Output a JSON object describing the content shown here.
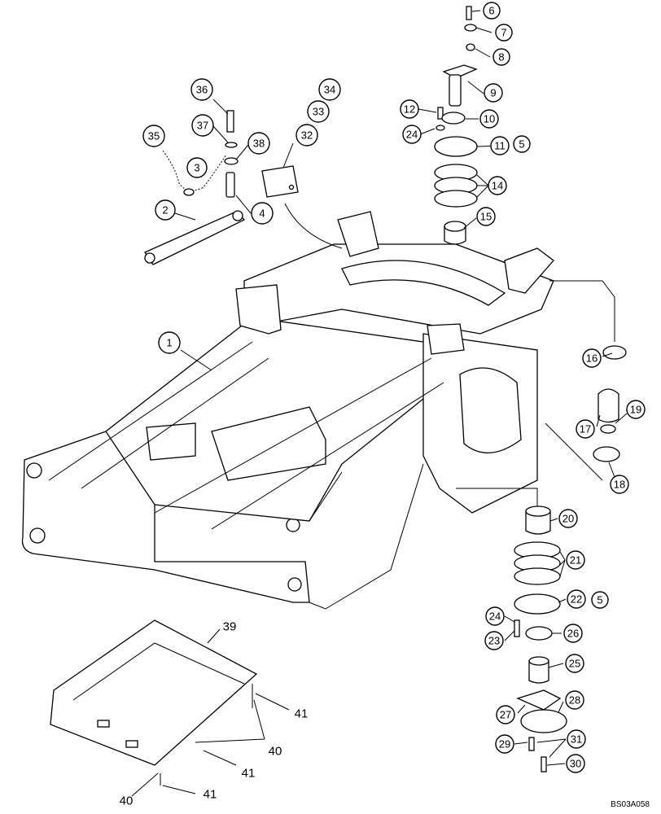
{
  "callouts": [
    {
      "id": "c6",
      "label": "6"
    },
    {
      "id": "c7",
      "label": "7"
    },
    {
      "id": "c8",
      "label": "8"
    },
    {
      "id": "c9",
      "label": "9"
    },
    {
      "id": "c10",
      "label": "10"
    },
    {
      "id": "c11",
      "label": "11"
    },
    {
      "id": "c5a",
      "label": "5"
    },
    {
      "id": "c12",
      "label": "12"
    },
    {
      "id": "c24a",
      "label": "24"
    },
    {
      "id": "c14",
      "label": "14"
    },
    {
      "id": "c15",
      "label": "15"
    },
    {
      "id": "c36",
      "label": "36"
    },
    {
      "id": "c37",
      "label": "37"
    },
    {
      "id": "c38",
      "label": "38"
    },
    {
      "id": "c35",
      "label": "35"
    },
    {
      "id": "c3",
      "label": "3"
    },
    {
      "id": "c4",
      "label": "4"
    },
    {
      "id": "c2",
      "label": "2"
    },
    {
      "id": "c34",
      "label": "34"
    },
    {
      "id": "c33",
      "label": "33"
    },
    {
      "id": "c32",
      "label": "32"
    },
    {
      "id": "c1",
      "label": "1"
    },
    {
      "id": "c16",
      "label": "16"
    },
    {
      "id": "c17",
      "label": "17"
    },
    {
      "id": "c19",
      "label": "19"
    },
    {
      "id": "c18",
      "label": "18"
    },
    {
      "id": "c20",
      "label": "20"
    },
    {
      "id": "c21",
      "label": "21"
    },
    {
      "id": "c22",
      "label": "22"
    },
    {
      "id": "c5b",
      "label": "5"
    },
    {
      "id": "c24b",
      "label": "24"
    },
    {
      "id": "c23",
      "label": "23"
    },
    {
      "id": "c26",
      "label": "26"
    },
    {
      "id": "c25",
      "label": "25"
    },
    {
      "id": "c27",
      "label": "27"
    },
    {
      "id": "c28",
      "label": "28"
    },
    {
      "id": "c29",
      "label": "29"
    },
    {
      "id": "c31",
      "label": "31"
    },
    {
      "id": "c30",
      "label": "30"
    }
  ],
  "plain_labels": [
    {
      "id": "p39",
      "label": "39"
    },
    {
      "id": "p41a",
      "label": "41"
    },
    {
      "id": "p40a",
      "label": "40"
    },
    {
      "id": "p41b",
      "label": "41"
    },
    {
      "id": "p40b",
      "label": "40"
    },
    {
      "id": "p41c",
      "label": "41"
    }
  ],
  "drawing_id": "BS03A058"
}
